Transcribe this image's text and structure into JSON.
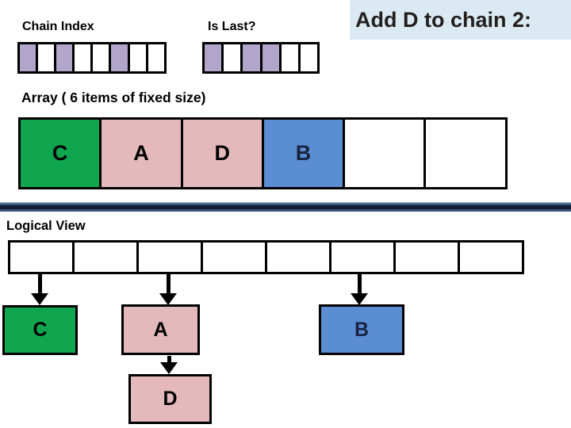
{
  "title": {
    "text": "Add D to chain 2:"
  },
  "colors": {
    "purple": "#b1a5c9",
    "green": "#10a650",
    "pink": "#e3b9bb",
    "blue": "#5b8dd2",
    "white": "#ffffff",
    "black": "#000000",
    "navy_text": "#17233f",
    "title_bg": "#dbeaf2",
    "title_text": "#231f1f",
    "divider_navy": "#141e38",
    "divider_slate": "#3d5578",
    "divider_light": "#8fafd0"
  },
  "chain_index": {
    "label": "Chain Index",
    "cells": [
      "purple",
      "white",
      "purple",
      "white",
      "white",
      "purple",
      "white",
      "white"
    ]
  },
  "is_last": {
    "label": "Is Last?",
    "cells": [
      "purple",
      "white",
      "purple",
      "purple",
      "white",
      "white"
    ]
  },
  "array": {
    "label": "Array ( 6 items of fixed size)",
    "cells": [
      {
        "label": "C",
        "color": "green",
        "text_color": "#000000"
      },
      {
        "label": "A",
        "color": "pink",
        "text_color": "#000000"
      },
      {
        "label": "D",
        "color": "pink",
        "text_color": "#000000"
      },
      {
        "label": "B",
        "color": "blue",
        "text_color": "#17233f"
      },
      {
        "label": "",
        "color": "white"
      },
      {
        "label": "",
        "color": "white"
      }
    ]
  },
  "logical_view": {
    "label": "Logical View",
    "cells": [
      "white",
      "white",
      "white",
      "white",
      "white",
      "white",
      "white",
      "white"
    ],
    "nodes": [
      {
        "label": "C",
        "color": "green",
        "text_color": "#000000"
      },
      {
        "label": "A",
        "color": "pink",
        "text_color": "#000000"
      },
      {
        "label": "B",
        "color": "blue",
        "text_color": "#17233f"
      }
    ],
    "chained_node": {
      "label": "D",
      "color": "pink",
      "text_color": "#000000"
    },
    "arrows": [
      {
        "from": "cell-1",
        "to": "node-C"
      },
      {
        "from": "cell-3",
        "to": "node-A"
      },
      {
        "from": "cell-6",
        "to": "node-B"
      },
      {
        "from": "node-A",
        "to": "node-D"
      }
    ]
  }
}
